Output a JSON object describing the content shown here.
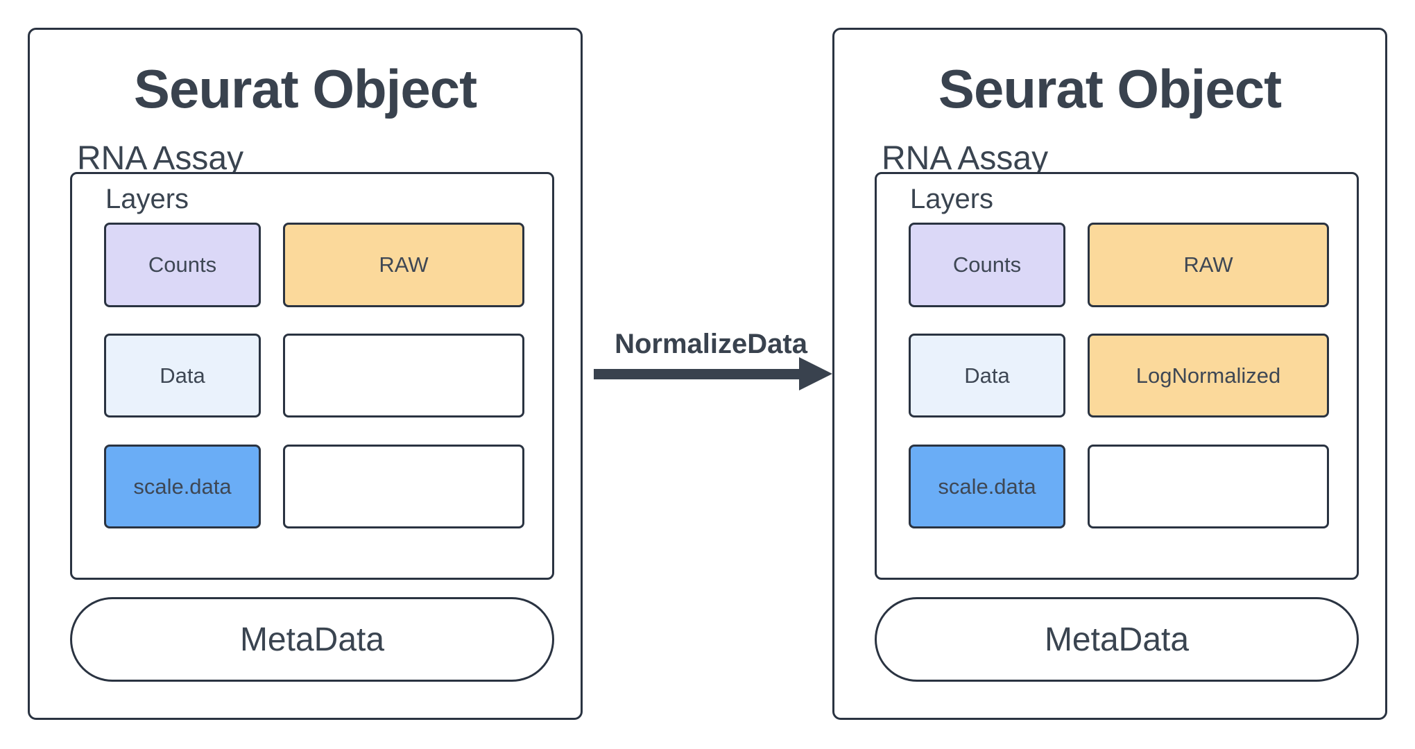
{
  "diagram": {
    "colors": {
      "stroke": "#2a3341",
      "text": "#3a4450",
      "counts_fill": "#dbd8f7",
      "raw_fill": "#fbd99b",
      "data_fill": "#eaf2fc",
      "scale_data_fill": "#6aadf6",
      "empty_fill": "#ffffff",
      "arrow": "#39424e"
    },
    "arrow": {
      "label": "NormalizeData"
    },
    "panels": [
      {
        "title": "Seurat Object",
        "assay_label": "RNA Assay",
        "layers_label": "Layers",
        "metadata_label": "MetaData",
        "cells": [
          {
            "label": "Counts",
            "fill": "#dbd8f7"
          },
          {
            "label": "RAW",
            "fill": "#fbd99b"
          },
          {
            "label": "Data",
            "fill": "#eaf2fc"
          },
          {
            "label": "",
            "fill": "#ffffff"
          },
          {
            "label": "scale.data",
            "fill": "#6aadf6"
          },
          {
            "label": "",
            "fill": "#ffffff"
          }
        ]
      },
      {
        "title": "Seurat Object",
        "assay_label": "RNA Assay",
        "layers_label": "Layers",
        "metadata_label": "MetaData",
        "cells": [
          {
            "label": "Counts",
            "fill": "#dbd8f7"
          },
          {
            "label": "RAW",
            "fill": "#fbd99b"
          },
          {
            "label": "Data",
            "fill": "#eaf2fc"
          },
          {
            "label": "LogNormalized",
            "fill": "#fbd99b"
          },
          {
            "label": "scale.data",
            "fill": "#6aadf6"
          },
          {
            "label": "",
            "fill": "#ffffff"
          }
        ]
      }
    ]
  }
}
